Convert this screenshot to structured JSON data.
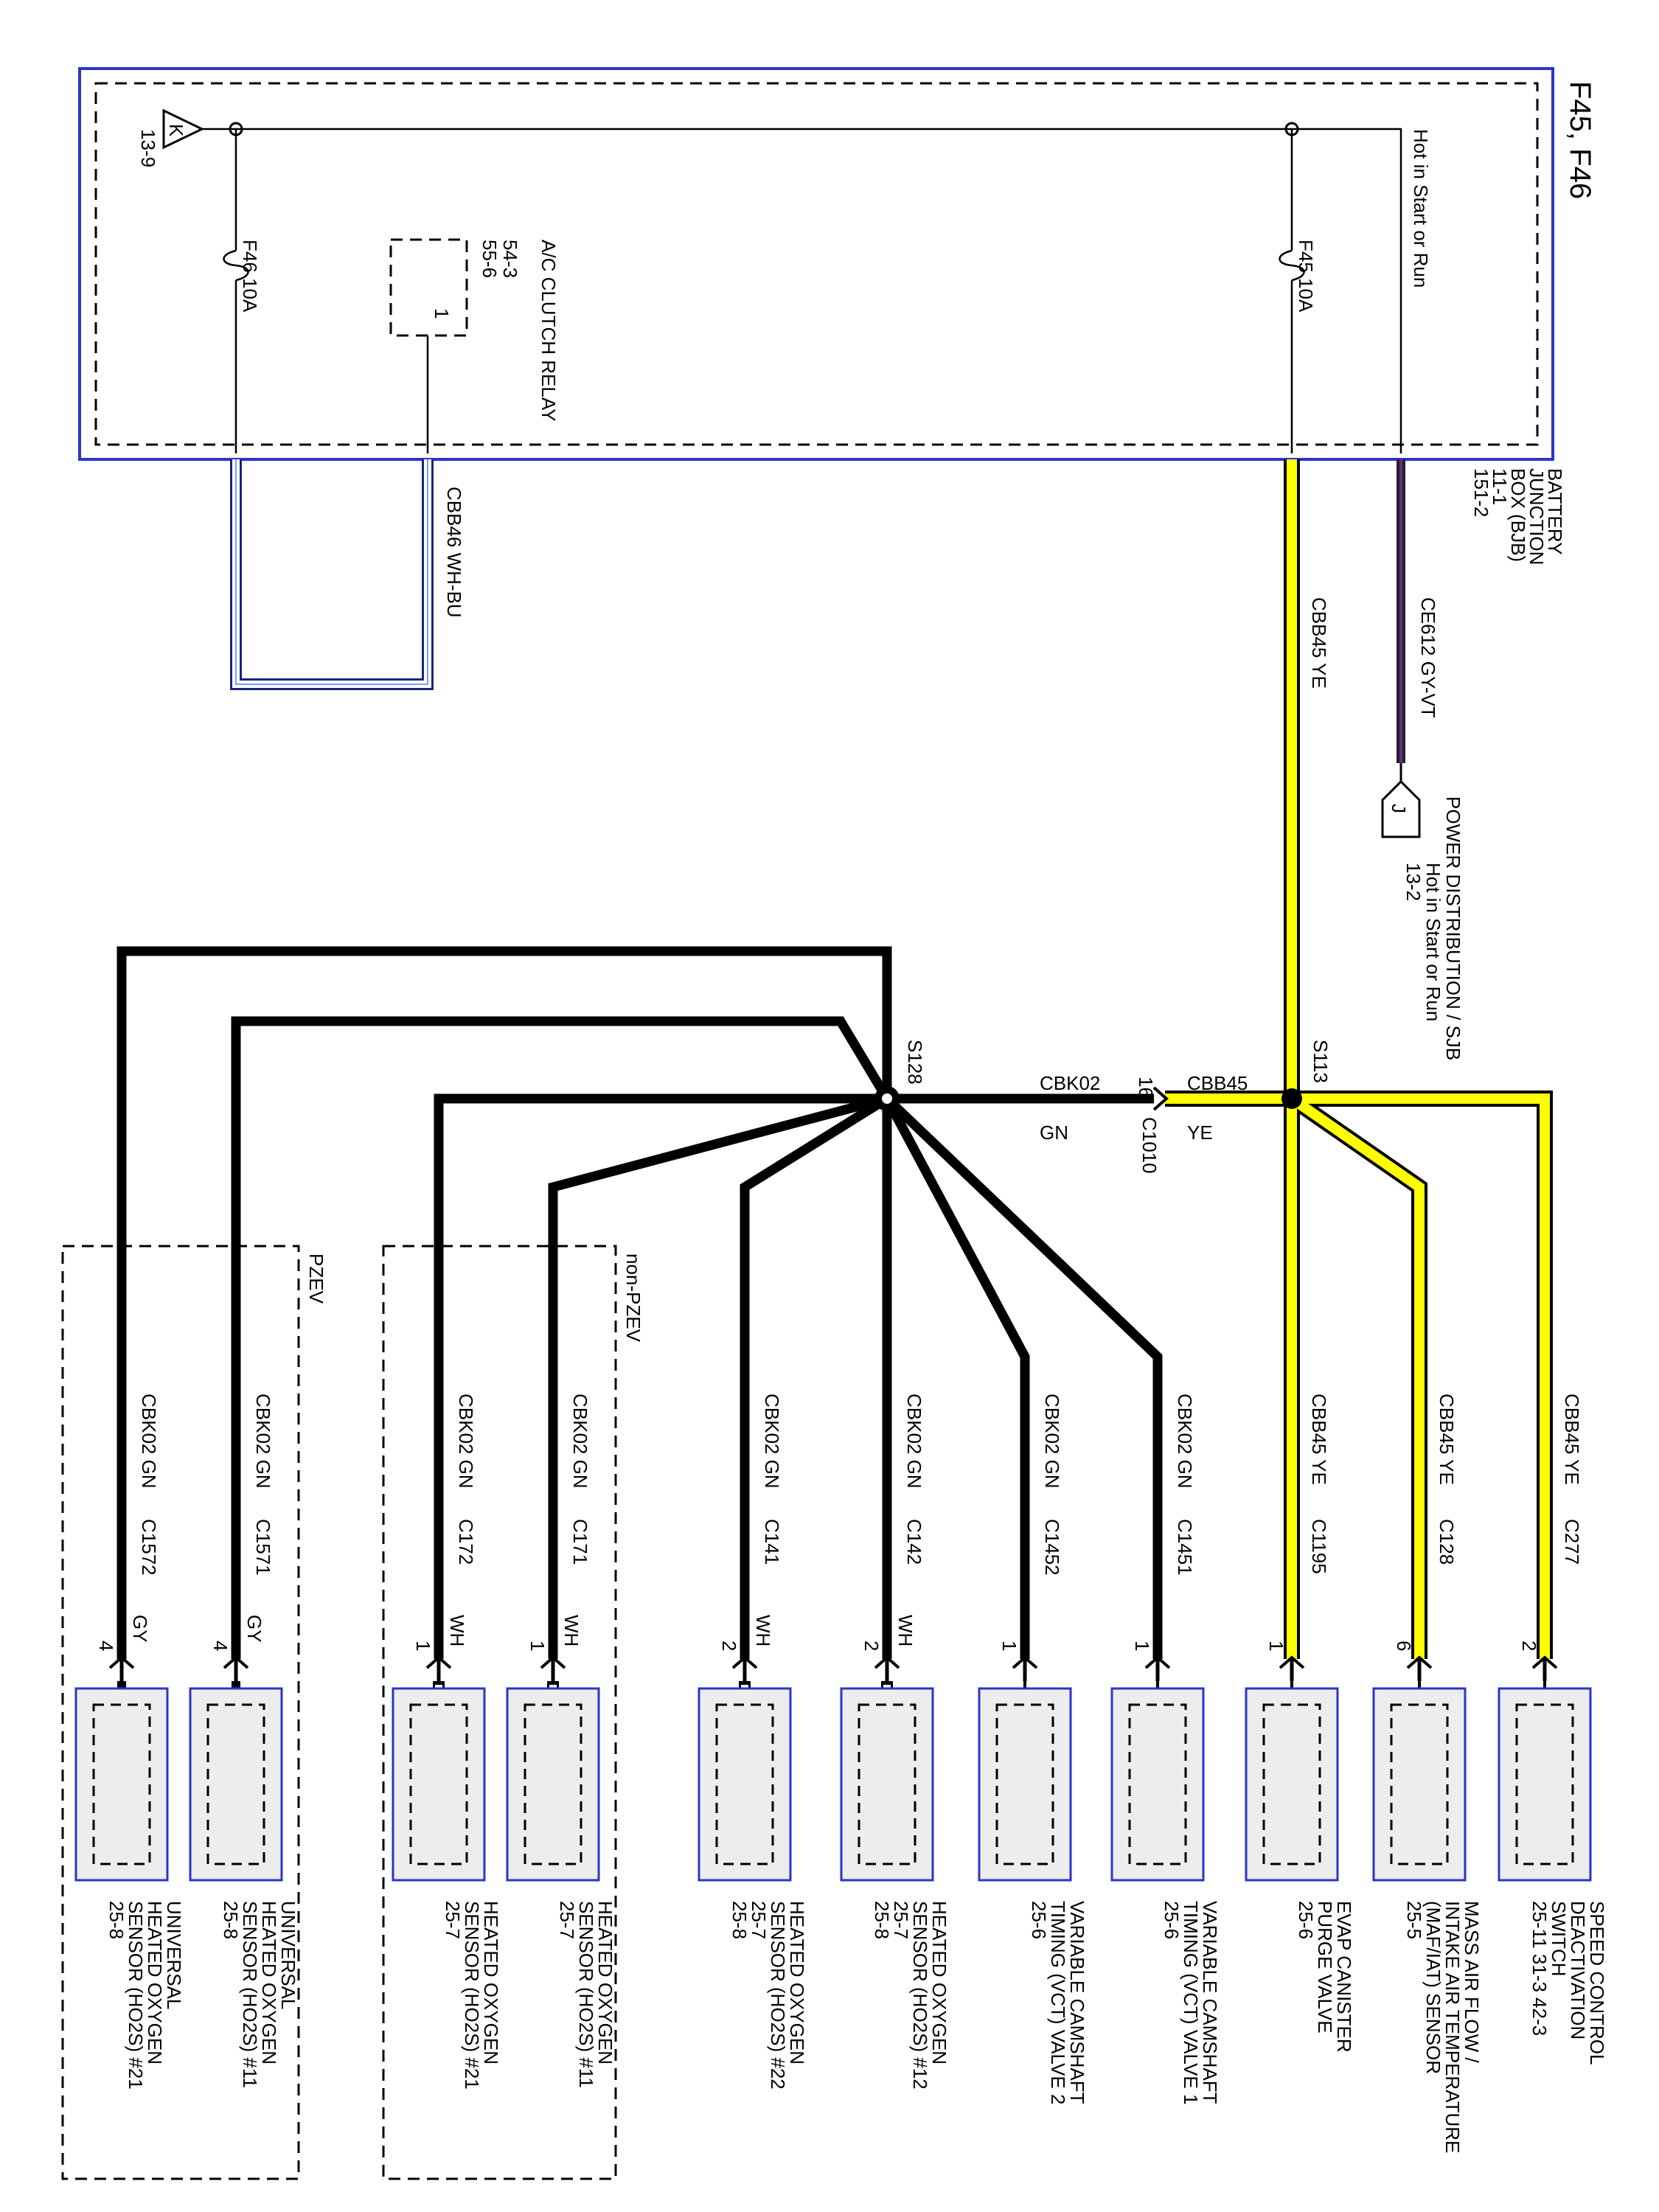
{
  "title": "F45, F46",
  "fuse_box": {
    "hot_label": "Hot in Start or Run",
    "f45_label": "F45 10A",
    "f46_label": "F46 10A",
    "relay_label": "A/C CLUTCH RELAY",
    "relay_ref1": "54-3",
    "relay_ref2": "55-6",
    "relay_pin": "1",
    "ref_k": "K",
    "ref_k_page": "13-9"
  },
  "bjb": {
    "name1": "BATTERY",
    "name2": "JUNCTION",
    "name3": "BOX (BJB)",
    "ref1": "11-1",
    "ref2": "151-2"
  },
  "power_dist": {
    "label": "POWER DISTRIBUTION / SJB",
    "ref_j": "J",
    "hot_label": "Hot in Start or Run",
    "page": "13-2"
  },
  "wires": {
    "ce612": "CE612 GY-VT",
    "cbb45_main": "CBB45 YE",
    "cbb46": "CBB46 WH-BU",
    "cbb45_top": "CBB45",
    "ye": "YE",
    "cbk02_top": "CBK02",
    "gn": "GN",
    "c1010": "C1010",
    "c1010_pin": "16",
    "s113": "S113",
    "s128": "S128",
    "cbb45_ye": "CBB45 YE",
    "cbk02_gn": "CBK02 GN"
  },
  "groups": {
    "non_pzev": "non-PZEV",
    "pzev": "PZEV"
  },
  "components": [
    {
      "connector": "C277",
      "pin": "2",
      "wire": "CBB45 YE",
      "name": [
        "SPEED CONTROL",
        "DEACTIVATION",
        "SWITCH",
        "25-11     31-3     42-3"
      ]
    },
    {
      "connector": "C128",
      "pin": "6",
      "wire": "CBB45 YE",
      "name": [
        "MASS AIR FLOW /",
        "INTAKE AIR TEMPERATURE",
        "(MAF/IAT) SENSOR",
        "25-5"
      ]
    },
    {
      "connector": "C1195",
      "pin": "1",
      "wire": "CBB45 YE",
      "name": [
        "EVAP CANISTER",
        "PURGE VALVE",
        "25-6"
      ]
    },
    {
      "connector": "C1451",
      "pin": "1",
      "wire": "CBK02 GN",
      "name": [
        "VARIABLE CAMSHAFT",
        "TIMING (VCT) VALVE 1",
        "25-6"
      ]
    },
    {
      "connector": "C1452",
      "pin": "1",
      "wire": "CBK02 GN",
      "name": [
        "VARIABLE CAMSHAFT",
        "TIMING (VCT) VALVE 2",
        "25-6"
      ]
    },
    {
      "connector": "C142",
      "pin": "2",
      "wire": "CBK02 GN",
      "pigtail": "WH",
      "name": [
        "HEATED OXYGEN",
        "SENSOR (HO2S) #12",
        "25-7",
        "25-8"
      ]
    },
    {
      "connector": "C141",
      "pin": "2",
      "wire": "CBK02 GN",
      "pigtail": "WH",
      "name": [
        "HEATED OXYGEN",
        "SENSOR (HO2S) #22",
        "25-7",
        "25-8"
      ]
    },
    {
      "connector": "C171",
      "pin": "1",
      "wire": "CBK02 GN",
      "pigtail": "WH",
      "name": [
        "HEATED OXYGEN",
        "SENSOR (HO2S) #11",
        "25-7"
      ]
    },
    {
      "connector": "C172",
      "pin": "1",
      "wire": "CBK02 GN",
      "pigtail": "WH",
      "name": [
        "HEATED OXYGEN",
        "SENSOR (HO2S) #21",
        "25-7"
      ]
    },
    {
      "connector": "C1571",
      "pin": "4",
      "wire": "CBK02 GN",
      "pigtail": "GY",
      "name": [
        "UNIVERSAL",
        "HEATED OXYGEN",
        "SENSOR (HO2S) #11",
        "25-8"
      ]
    },
    {
      "connector": "C1572",
      "pin": "4",
      "wire": "CBK02 GN",
      "pigtail": "GY",
      "name": [
        "UNIVERSAL",
        "HEATED OXYGEN",
        "SENSOR (HO2S) #21",
        "25-8"
      ]
    }
  ]
}
